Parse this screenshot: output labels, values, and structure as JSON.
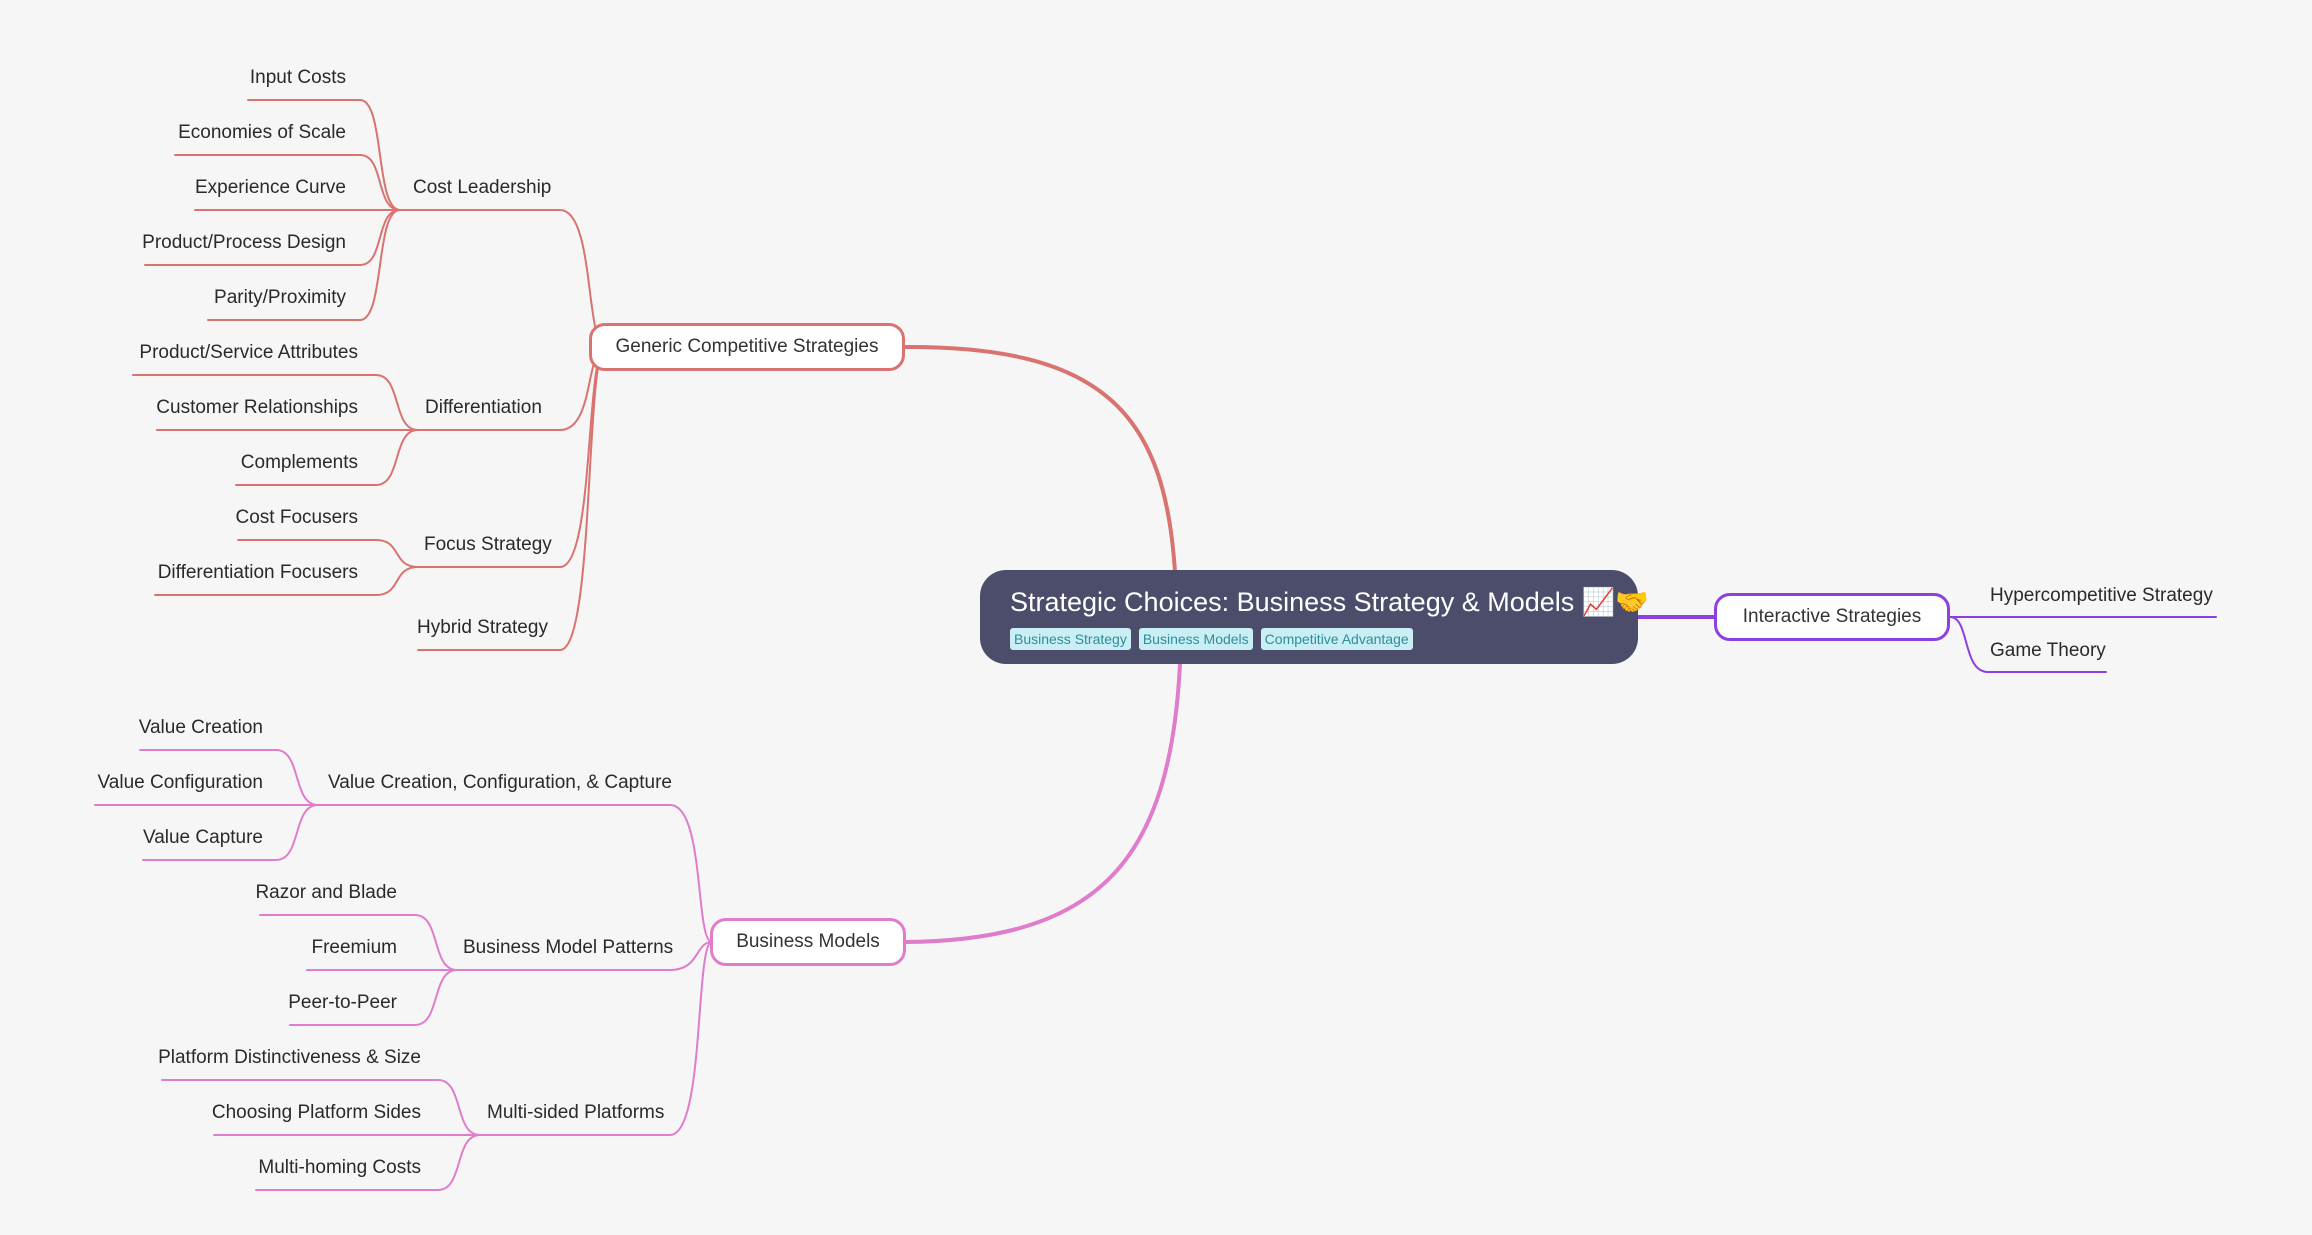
{
  "root": {
    "title": "Strategic Choices: Business Strategy & Models 📈🤝",
    "tags": [
      "Business Strategy",
      "Business Models",
      "Competitive Advantage"
    ]
  },
  "colors": {
    "background": "#f6f6f6",
    "root_fill": "#4b4d6b",
    "generic_branch": "#d9736f",
    "business_models_branch": "#e07ccc",
    "interactive_branch": "#8d3fe0",
    "tag_fill": "#c9eef4",
    "tag_text": "#2f8d9a"
  },
  "branches": {
    "generic": {
      "label": "Generic Competitive Strategies",
      "cost_leadership": {
        "label": "Cost Leadership",
        "children": [
          "Input Costs",
          "Economies of Scale",
          "Experience Curve",
          "Product/Process Design",
          "Parity/Proximity"
        ]
      },
      "differentiation": {
        "label": "Differentiation",
        "children": [
          "Product/Service Attributes",
          "Customer Relationships",
          "Complements"
        ]
      },
      "focus": {
        "label": "Focus Strategy",
        "children": [
          "Cost Focusers",
          "Differentiation Focusers"
        ]
      },
      "hybrid": {
        "label": "Hybrid Strategy"
      }
    },
    "business_models": {
      "label": "Business Models",
      "value": {
        "label": "Value Creation, Configuration, & Capture",
        "children": [
          "Value Creation",
          "Value Configuration",
          "Value Capture"
        ]
      },
      "patterns": {
        "label": "Business Model Patterns",
        "children": [
          "Razor and Blade",
          "Freemium",
          "Peer-to-Peer"
        ]
      },
      "platforms": {
        "label": "Multi-sided Platforms",
        "children": [
          "Platform Distinctiveness & Size",
          "Choosing Platform Sides",
          "Multi-homing Costs"
        ]
      }
    },
    "interactive": {
      "label": "Interactive Strategies",
      "children": [
        "Hypercompetitive Strategy",
        "Game Theory"
      ]
    }
  }
}
